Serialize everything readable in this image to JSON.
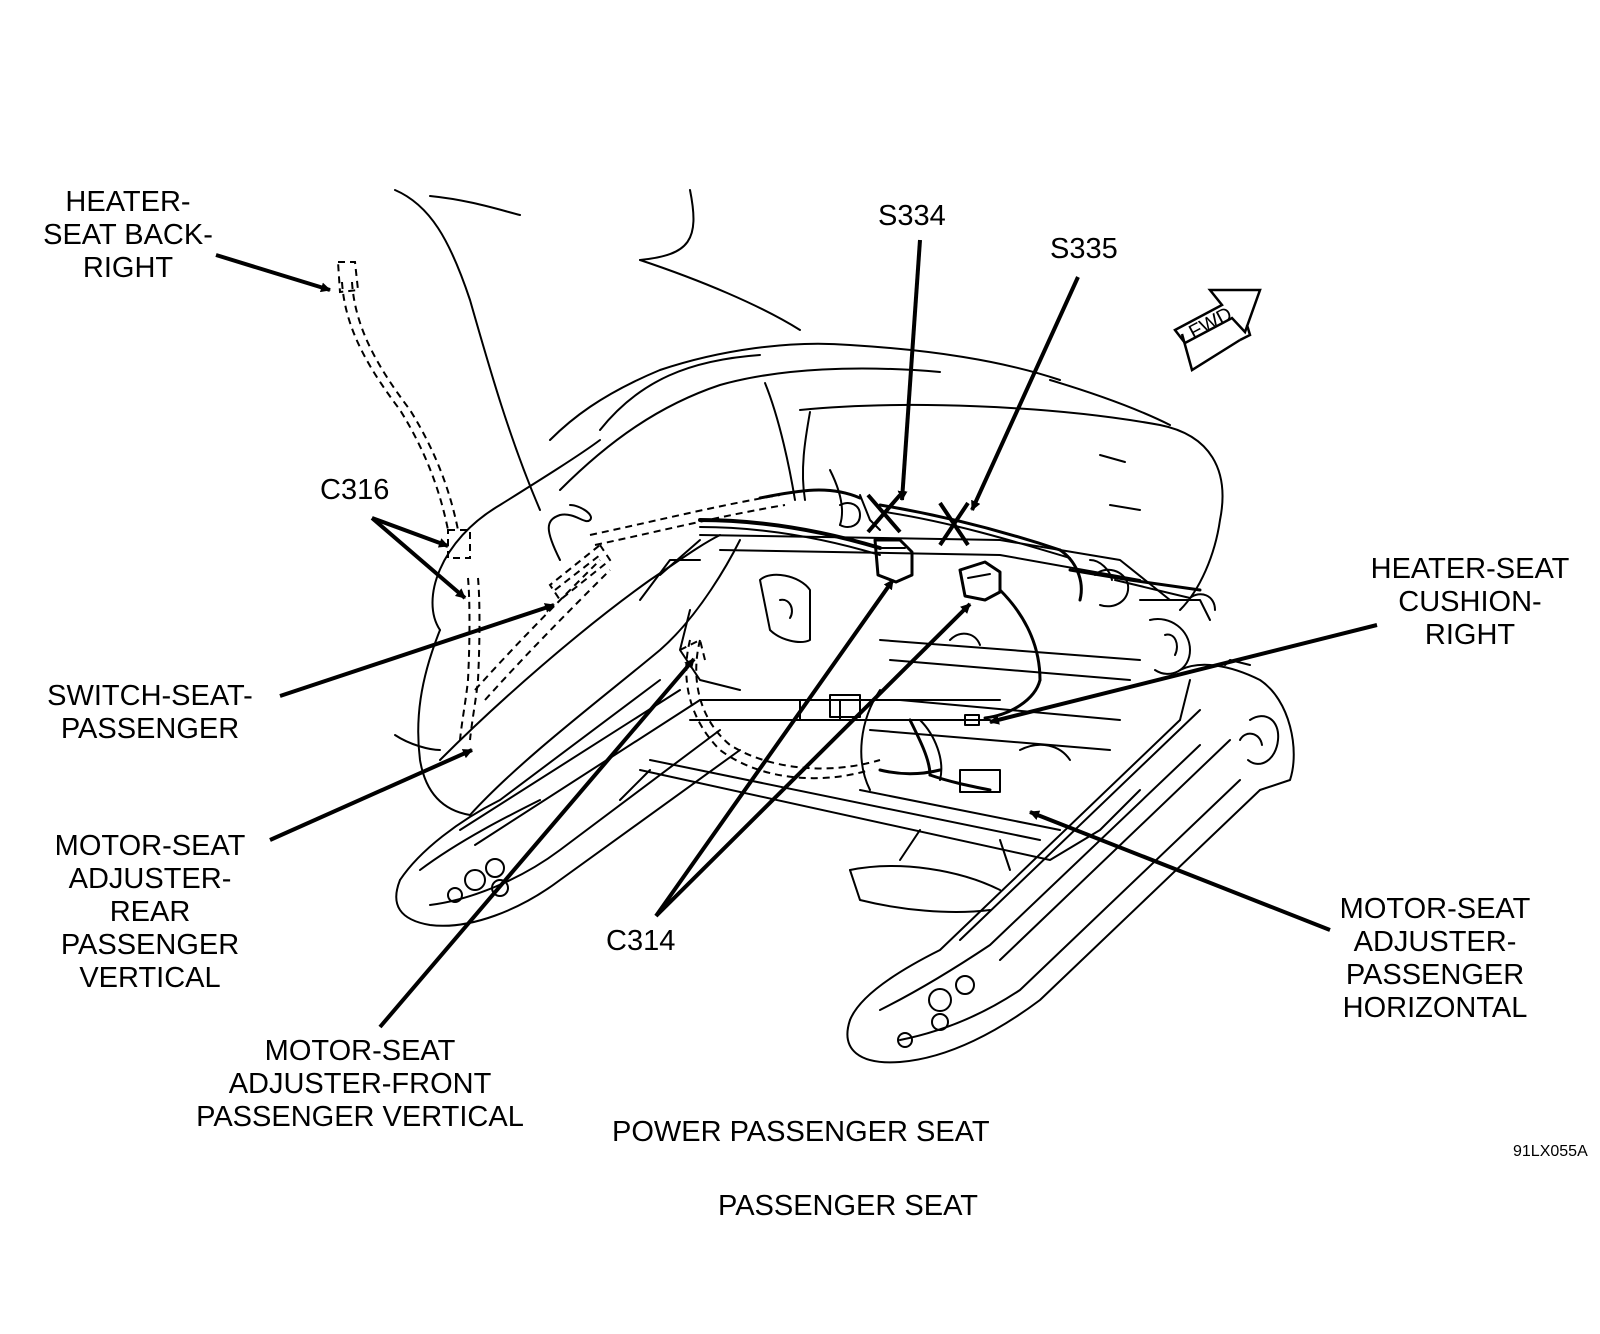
{
  "labels": {
    "heater_back": [
      "HEATER-",
      "SEAT BACK-",
      "RIGHT"
    ],
    "s334": "S334",
    "s335": "S335",
    "fwd": "FWD",
    "c316": "C316",
    "heater_cushion": [
      "HEATER-SEAT",
      "CUSHION-",
      "RIGHT"
    ],
    "switch_seat": [
      "SWITCH-SEAT-",
      "PASSENGER"
    ],
    "motor_rear": [
      "MOTOR-SEAT",
      "ADJUSTER-",
      "REAR",
      "PASSENGER",
      "VERTICAL"
    ],
    "c314": "C314",
    "motor_horizontal": [
      "MOTOR-SEAT",
      "ADJUSTER-",
      "PASSENGER",
      "HORIZONTAL"
    ],
    "motor_front": [
      "MOTOR-SEAT",
      "ADJUSTER-FRONT",
      "PASSENGER VERTICAL"
    ],
    "power_seat": "POWER PASSENGER SEAT",
    "figure_code": "91LX055A",
    "caption": "PASSENGER SEAT"
  },
  "colors": {
    "ink": "#000000",
    "paper": "#ffffff"
  }
}
